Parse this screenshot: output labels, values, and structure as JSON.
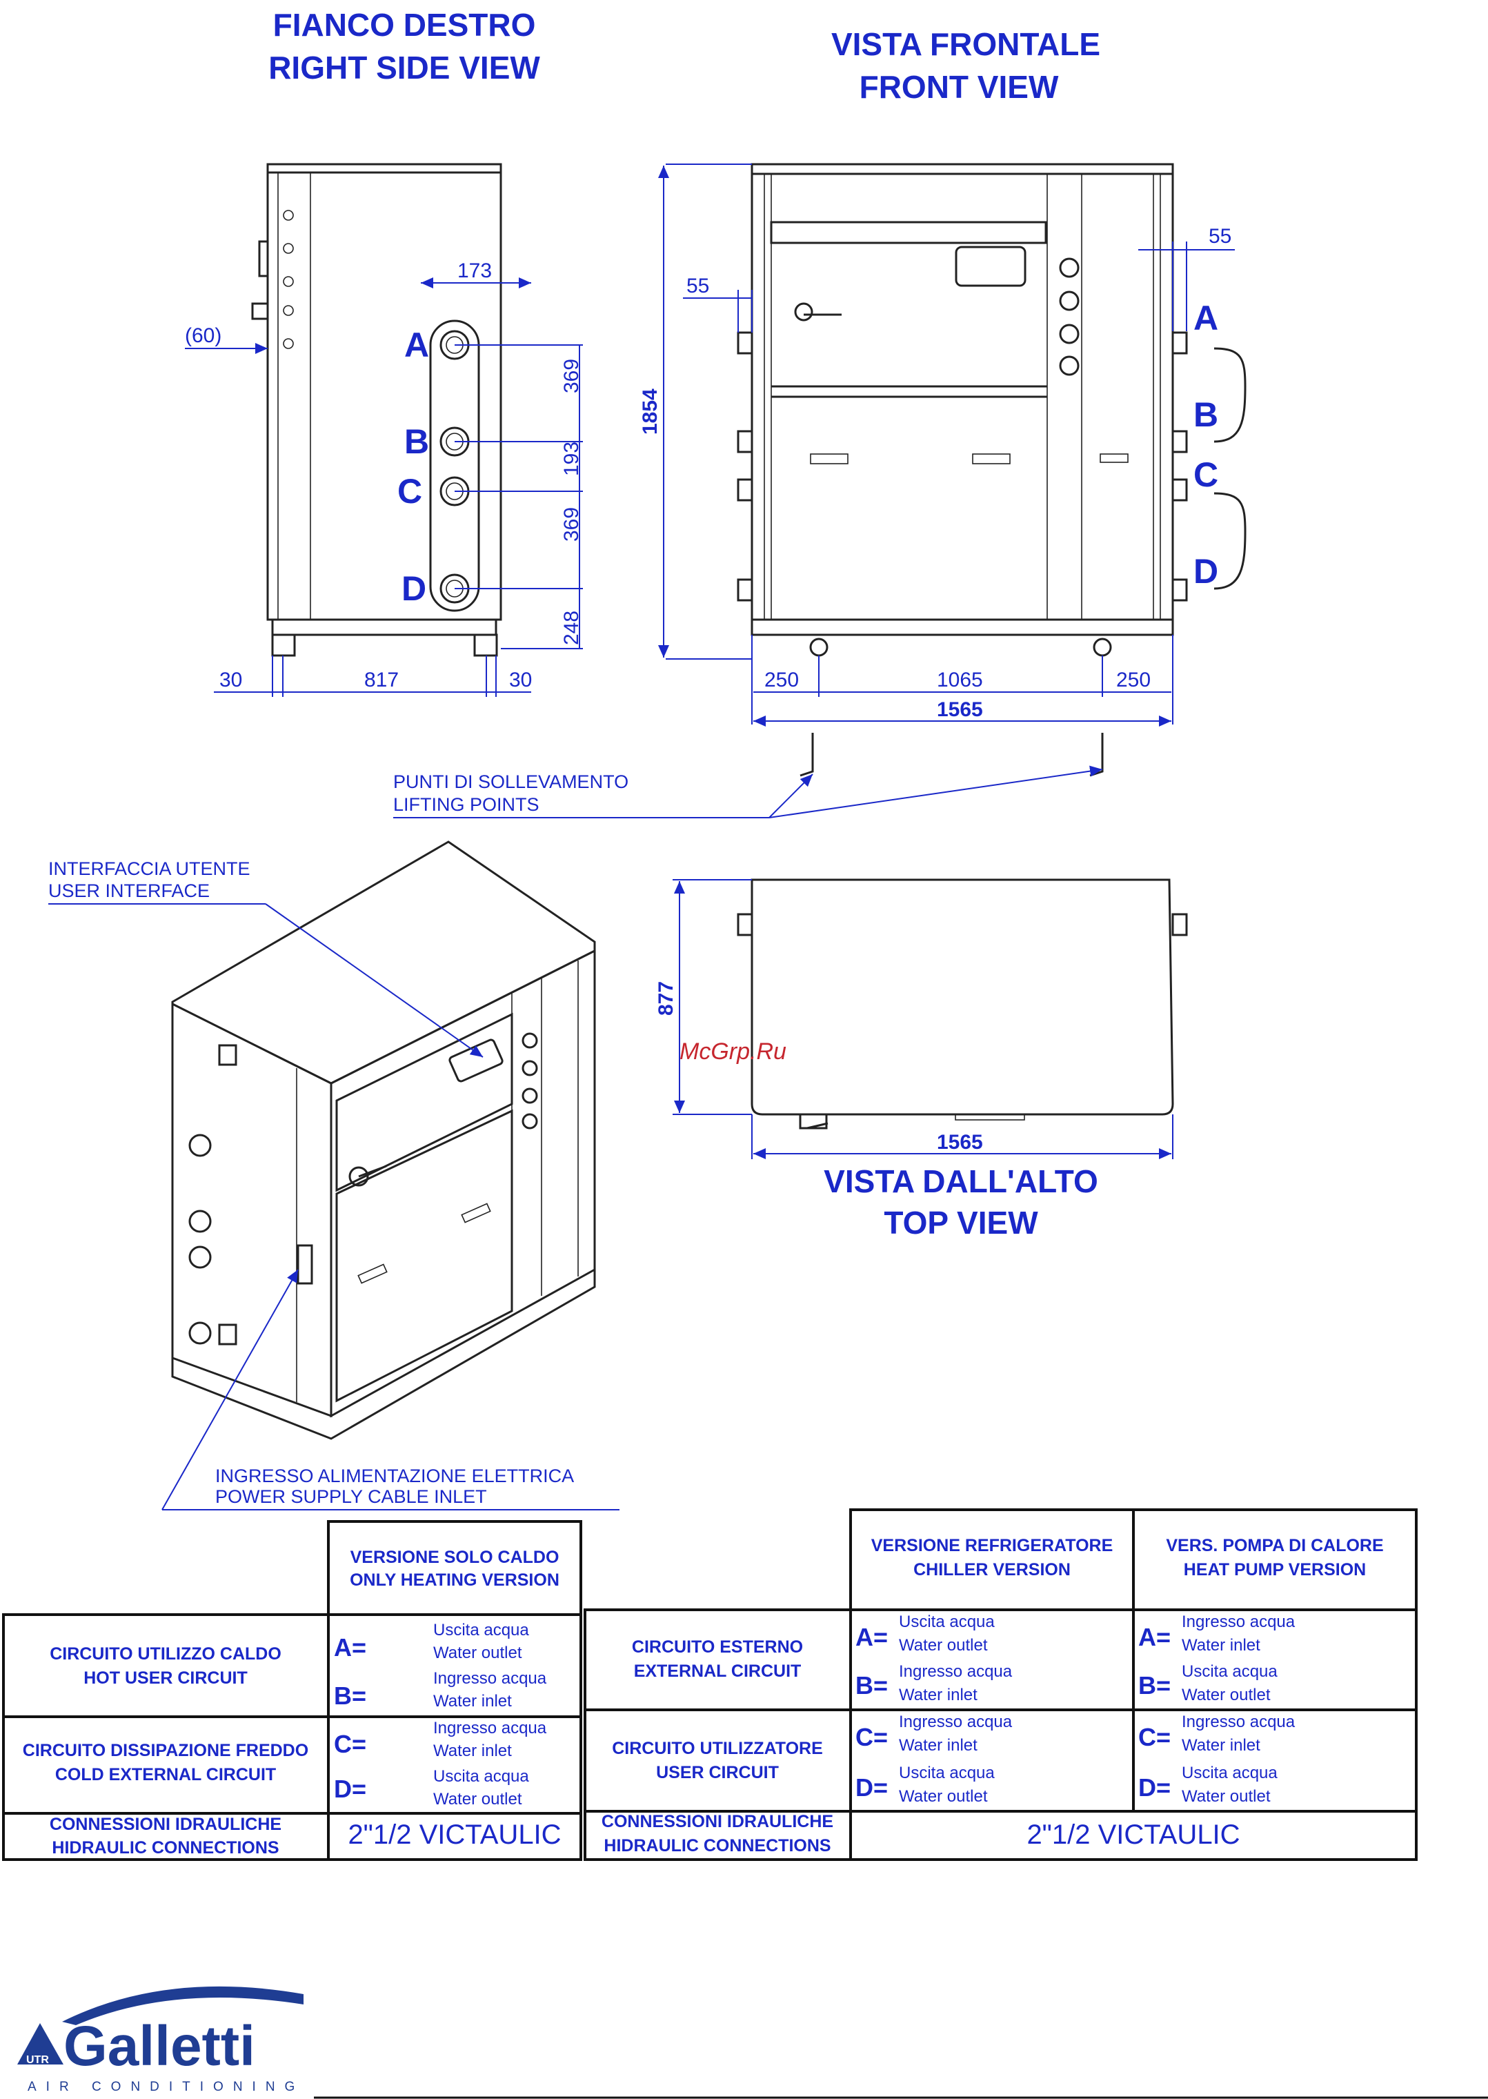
{
  "titles": {
    "side_it": "FIANCO DESTRO",
    "side_en": "RIGHT SIDE VIEW",
    "front_it": "VISTA FRONTALE",
    "front_en": "FRONT VIEW",
    "top_it": "VISTA DALL'ALTO",
    "top_en": "TOP VIEW"
  },
  "side_view": {
    "offset": "(60)",
    "pitch": "173",
    "ab": "369",
    "bc": "193",
    "cd": "369",
    "base": "248",
    "foot_left": "30",
    "width": "817",
    "foot_right": "30"
  },
  "front_view": {
    "height": "1854",
    "left_offset": "55",
    "right_offset": "55",
    "left_edge": "250",
    "middle": "1065",
    "right_edge": "250",
    "total": "1565"
  },
  "top_view": {
    "depth": "877",
    "width": "1565"
  },
  "connection_letters": {
    "a": "A",
    "b": "B",
    "c": "C",
    "d": "D"
  },
  "notes": {
    "lifting_it": "PUNTI DI SOLLEVAMENTO",
    "lifting_en": "LIFTING POINTS",
    "ui_it": "INTERFACCIA UTENTE",
    "ui_en": "USER INTERFACE",
    "power_it": "INGRESSO ALIMENTAZIONE ELETTRICA",
    "power_en": "POWER SUPPLY CABLE INLET"
  },
  "watermark": "McGrp.Ru",
  "table_heating": {
    "header_it": "VERSIONE SOLO CALDO",
    "header_en": "ONLY HEATING VERSION",
    "row1_it": "CIRCUITO UTILIZZO CALDO",
    "row1_en": "HOT USER CIRCUIT",
    "row2_it": "CIRCUITO DISSIPAZIONE FREDDO",
    "row2_en": "COLD EXTERNAL CIRCUIT",
    "row3_it": "CONNESSIONI IDRAULICHE",
    "row3_en": "HIDRAULIC CONNECTIONS",
    "a_label": "A=",
    "a_it": "Uscita acqua",
    "a_en": "Water outlet",
    "b_label": "B=",
    "b_it": "Ingresso acqua",
    "b_en": "Water inlet",
    "c_label": "C=",
    "c_it": "Ingresso acqua",
    "c_en": "Water inlet",
    "d_label": "D=",
    "d_it": "Uscita acqua",
    "d_en": "Water outlet",
    "connection": "2\"1/2 VICTAULIC"
  },
  "table_chiller": {
    "col1_it": "VERSIONE REFRIGERATORE",
    "col1_en": "CHILLER VERSION",
    "col2_it": "VERS. POMPA DI CALORE",
    "col2_en": "HEAT PUMP VERSION",
    "row1_it": "CIRCUITO ESTERNO",
    "row1_en": "EXTERNAL CIRCUIT",
    "row2_it": "CIRCUITO UTILIZZATORE",
    "row2_en": "USER CIRCUIT",
    "row3_it": "CONNESSIONI IDRAULICHE",
    "row3_en": "HIDRAULIC CONNECTIONS",
    "chiller": {
      "a_label": "A=",
      "a_it": "Uscita acqua",
      "a_en": "Water outlet",
      "b_label": "B=",
      "b_it": "Ingresso acqua",
      "b_en": "Water inlet",
      "c_label": "C=",
      "c_it": "Ingresso acqua",
      "c_en": "Water inlet",
      "d_label": "D=",
      "d_it": "Uscita acqua",
      "d_en": "Water outlet"
    },
    "heat_pump": {
      "a_label": "A=",
      "a_it": "Ingresso acqua",
      "a_en": "Water inlet",
      "b_label": "B=",
      "b_it": "Uscita acqua",
      "b_en": "Water outlet",
      "c_label": "C=",
      "c_it": "Ingresso acqua",
      "c_en": "Water inlet",
      "d_label": "D=",
      "d_it": "Uscita acqua",
      "d_en": "Water outlet"
    },
    "connection": "2\"1/2 VICTAULIC"
  },
  "logo": {
    "brand": "Galletti",
    "tagline": "AIR CONDITIONING",
    "mark": "UTR"
  },
  "colors": {
    "annotation": "#1a28c8",
    "drawing": "#222222",
    "watermark": "#c6262e"
  }
}
